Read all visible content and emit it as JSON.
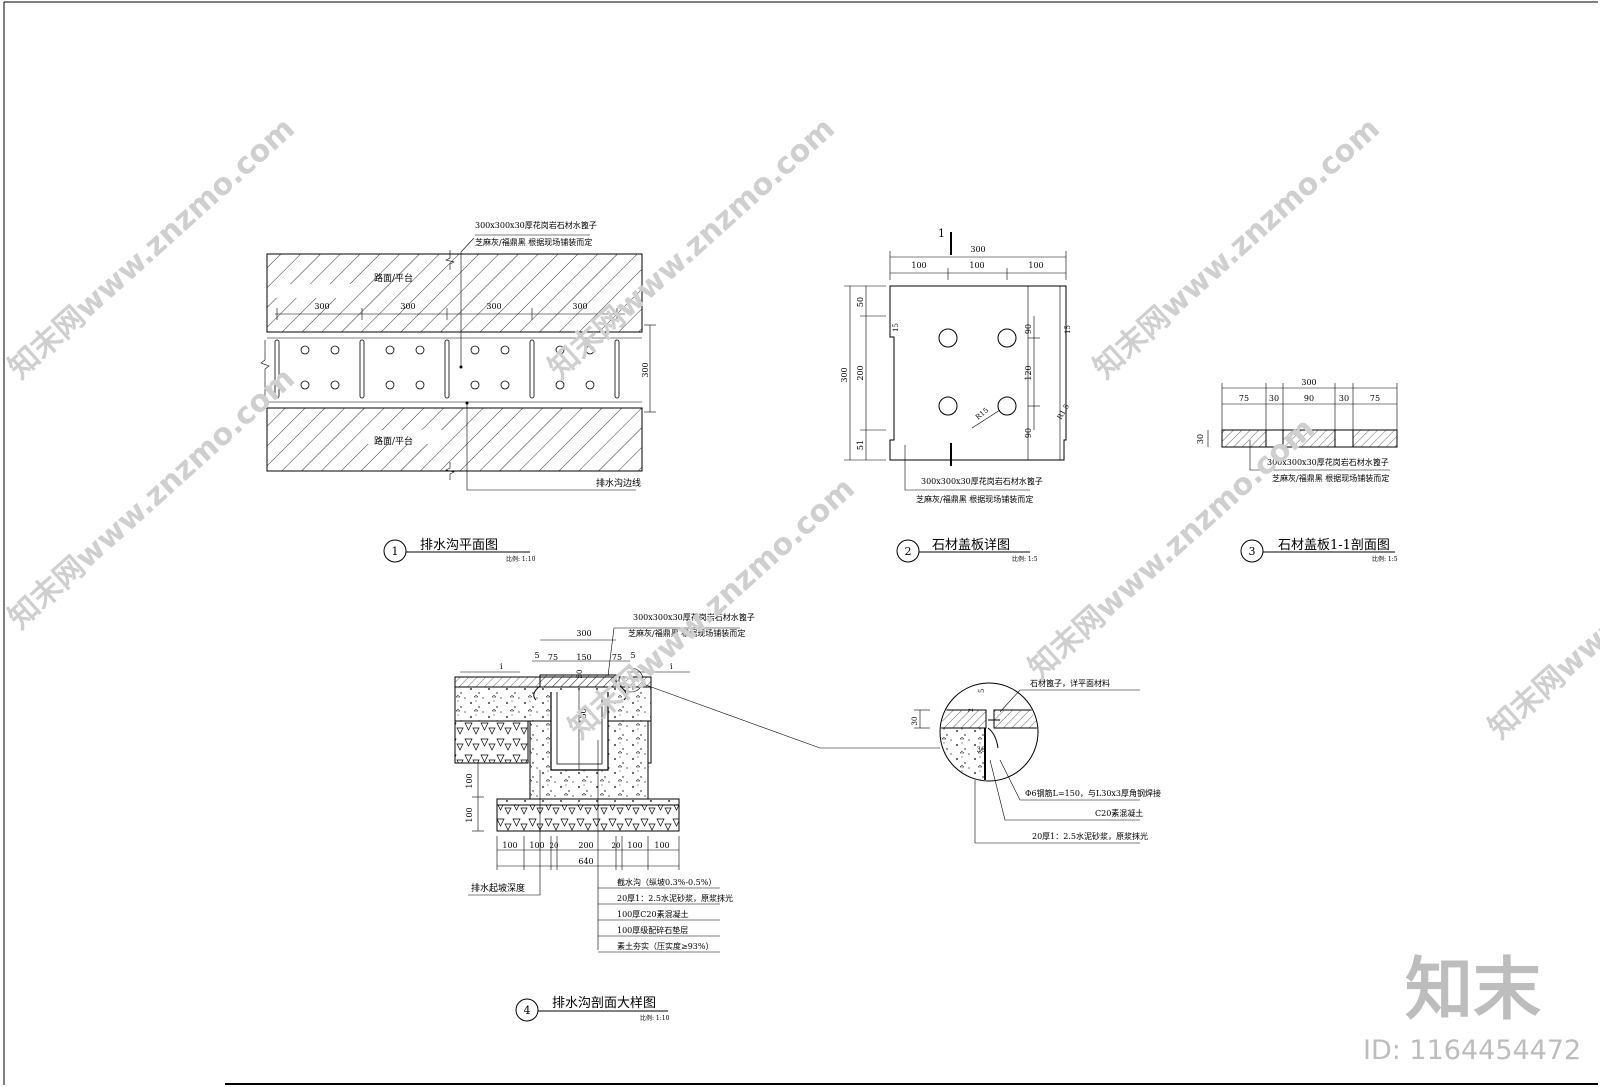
{
  "watermark": {
    "text": "知末网www.znzmo.com"
  },
  "brand": {
    "logo": "知末",
    "id_label": "ID: 1164454472"
  },
  "detail1": {
    "title": "排水沟平面图",
    "number": "1",
    "scale": "比例: 1:10",
    "note_top_1": "300x300x30厚花岗岩石材水篦子",
    "note_top_2": "芝麻灰/福鼎黑 根据现场铺装而定",
    "label_pave_top": "路面/平台",
    "label_pave_bottom": "路面/平台",
    "label_edge": "排水沟边线",
    "dims": [
      "300",
      "300",
      "300",
      "300"
    ],
    "dim_side": "300"
  },
  "detail2": {
    "title": "石材盖板详图",
    "number": "2",
    "scale": "比例: 1:5",
    "cut_mark": "1",
    "dim_total": "300",
    "dims_top": [
      "100",
      "100",
      "100"
    ],
    "dim_left_total": "300",
    "dims_left": [
      "50",
      "200",
      "51"
    ],
    "dims_right": [
      "90",
      "120",
      "90"
    ],
    "dim_r15": "R15",
    "dim_r5": "R1.5",
    "dim_15a": "15",
    "dim_15b": "15",
    "note_1": "300x300x30厚花岗岩石材水篦子",
    "note_2": "芝麻灰/福鼎黑 根据现场铺装而定"
  },
  "detail3": {
    "title": "石材盖板1-1剖面图",
    "number": "3",
    "scale": "比例: 1:5",
    "dim_total": "300",
    "dims": [
      "75",
      "30",
      "90",
      "30",
      "75"
    ],
    "dim_h": "30",
    "note_1": "300x300x30厚花岗岩石材水篦子",
    "note_2": "芝麻灰/福鼎黑 根据现场铺装而定"
  },
  "detail4": {
    "title": "排水沟剖面大样图",
    "number": "4",
    "scale": "比例: 1:10",
    "note_top_1": "300x300x30厚花岗岩石材水篦子",
    "note_top_2": "芝麻灰/福鼎黑 根据现场铺装而定",
    "dim_300": "300",
    "dims_top": [
      "5",
      "75",
      "150",
      "75",
      "5"
    ],
    "dim_30": "30",
    "dim_150": "150",
    "slope": "i",
    "dims_left": [
      "100",
      "100"
    ],
    "dims_bottom": [
      "100",
      "100",
      "20",
      "200",
      "20",
      "100",
      "100"
    ],
    "dim_640": "640",
    "label_depth": "排水起坡深度",
    "layers": [
      "截水沟（纵坡0.3%-0.5%）",
      "20厚1：2.5水泥砂浆，原浆抹光",
      "100厚C20素混凝土",
      "100厚级配碎石垫层",
      "素土夯实（压实度≥93%）"
    ]
  },
  "callout": {
    "label_grate": "石材篦子，详平面材料",
    "label_rebar": "Φ6钢筋L=150，与L30x3厚角钢焊接",
    "label_concrete": "C20素混凝土",
    "label_mortar": "20厚1：2.5水泥砂浆，原浆抹光",
    "dim_5": "5",
    "dim_2": "2",
    "dim_30": "30",
    "dim_30b": "30"
  }
}
